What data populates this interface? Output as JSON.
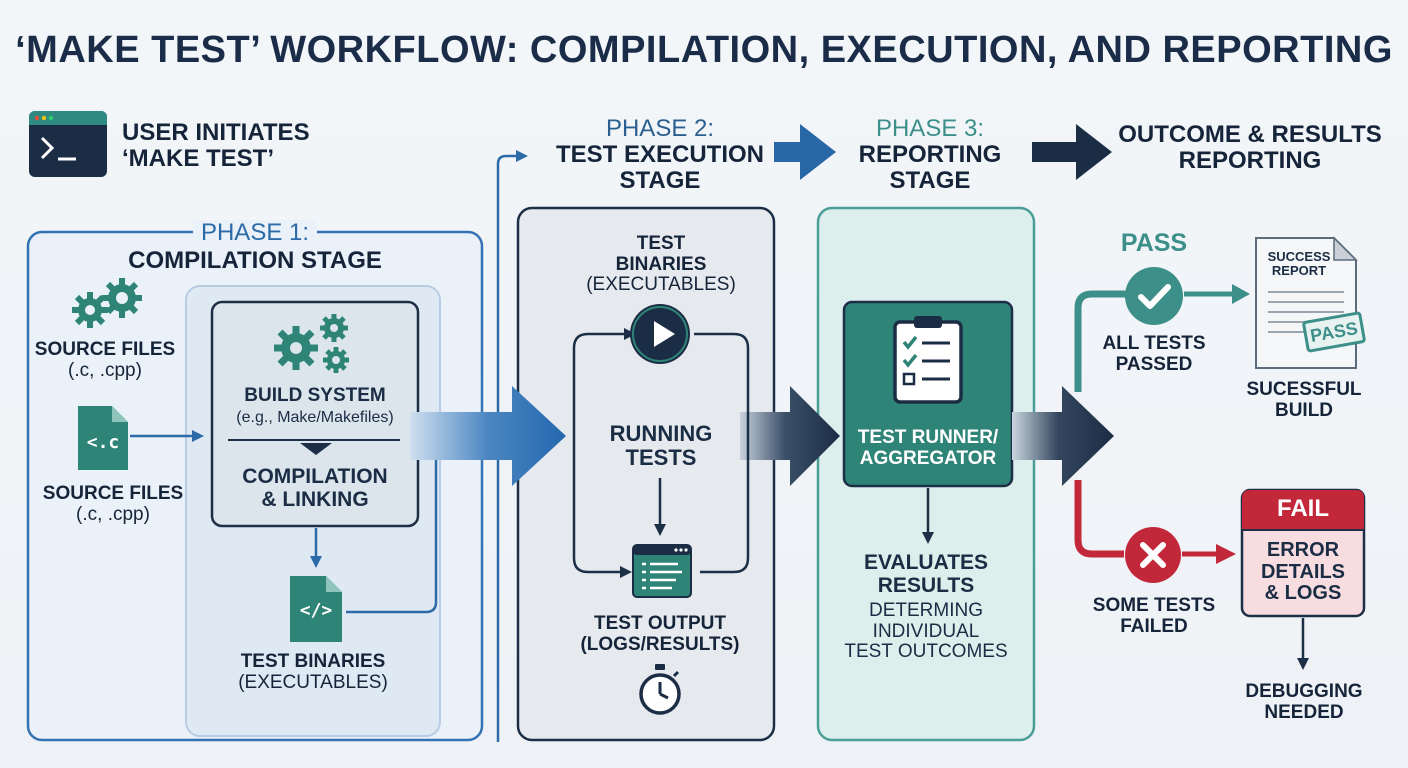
{
  "title": "‘MAKE TEST’ WORKFLOW: COMPILATION, EXECUTION, AND REPORTING",
  "start": {
    "line1": "USER INITIATES",
    "line2": "‘MAKE TEST’"
  },
  "phase1": {
    "label": "PHASE 1:",
    "name": "COMPILATION STAGE",
    "source_a": {
      "line1": "SOURCE FILES",
      "line2": "(.c, .cpp)"
    },
    "file_glyph": "<.c",
    "source_b": {
      "line1": "SOURCE FILES",
      "line2": "(.c, .cpp)"
    },
    "build": {
      "line1": "BUILD SYSTEM",
      "line2": "(e.g., Make/Makefiles)",
      "line3": "COMPILATION",
      "line4": "& LINKING"
    },
    "binary_glyph": "</>",
    "binaries": {
      "line1": "TEST BINARIES",
      "line2": "(EXECUTABLES)"
    }
  },
  "phase2": {
    "label": "PHASE 2:",
    "name1": "TEST EXECUTION",
    "name2": "STAGE",
    "binaries": {
      "line1": "TEST",
      "line2": "BINARIES",
      "line3": "(EXECUTABLES)"
    },
    "running": {
      "line1": "RUNNING",
      "line2": "TESTS"
    },
    "output": {
      "line1": "TEST OUTPUT",
      "line2": "(LOGS/RESULTS)"
    }
  },
  "phase3": {
    "label": "PHASE 3:",
    "name1": "REPORTING",
    "name2": "STAGE",
    "runner": {
      "line1": "TEST RUNNER/",
      "line2": "AGGREGATOR"
    },
    "evaluates": {
      "line1": "EVALUATES",
      "line2": "RESULTS",
      "line3": "DETERMING",
      "line4": "INDIVIDUAL",
      "line5": "TEST OUTCOMES"
    }
  },
  "outcome": {
    "title1": "OUTCOME & RESULTS",
    "title2": "REPORTING",
    "pass_label": "PASS",
    "all_passed": {
      "line1": "ALL TESTS",
      "line2": "PASSED"
    },
    "report": {
      "line1": "SUCCESS",
      "line2": "REPORT",
      "stamp": "PASS"
    },
    "success": {
      "line1": "SUCESSFUL",
      "line2": "BUILD"
    },
    "some_failed": {
      "line1": "SOME TESTS",
      "line2": "FAILED"
    },
    "fail": {
      "header": "FAIL",
      "line1": "ERROR",
      "line2": "DETAILS",
      "line3": "& LOGS"
    },
    "debug": {
      "line1": "DEBUGGING",
      "line2": "NEEDED"
    }
  },
  "colors": {
    "navy": "#1b2d45",
    "blue": "#2c6aa8",
    "teal": "#2f8a80",
    "green": "#3d8f8a",
    "red": "#c2283a"
  }
}
